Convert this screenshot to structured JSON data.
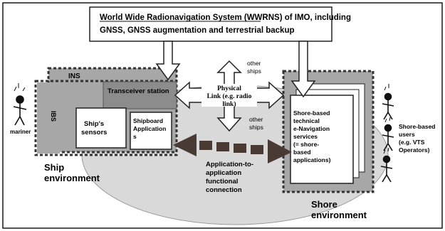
{
  "wwrns_box": {
    "line1": "World Wide Radionavigation System (WWRNS) of IMO, including",
    "line2": "GNSS, GNSS augmentation and terrestrial backup"
  },
  "ship": {
    "ins_label": "INS",
    "ibs_label": "IBS",
    "transceiver_label": "Transceiver station",
    "sensors_line1": "Ship's",
    "sensors_line2": "sensors",
    "applications_line1": "Shipboard",
    "applications_line2": "Application",
    "applications_line3": "s",
    "environment_line1": "Ship",
    "environment_line2": "environment",
    "mariner_label": "mariner"
  },
  "physical_link": {
    "line1": "Physical",
    "line2": "Link (e.g. radio",
    "line3": "link)",
    "other_ships_top_1": "other",
    "other_ships_top_2": "ships",
    "other_ships_bottom_1": "other",
    "other_ships_bottom_2": "ships"
  },
  "shore": {
    "services_lines": [
      "Shore-based",
      "technical",
      "e-Navigation",
      "services",
      "(= shore-",
      "based",
      "applications)"
    ],
    "environment_line1": "Shore",
    "environment_line2": "environment",
    "users_lines": [
      "Shore-based",
      "users",
      "(e.g. VTS",
      "Operators)"
    ]
  },
  "app_connection": {
    "line1": "Application-to-",
    "line2": "application",
    "line3": "functional",
    "line4": "connection"
  },
  "colors": {
    "ship_grey": "#a7a7a7",
    "transceiver_grey": "#8c8c8c",
    "ellipse_grey": "#d9d9d9",
    "arrow_dark": "#4a3a34",
    "border": "#1a1a1a"
  }
}
